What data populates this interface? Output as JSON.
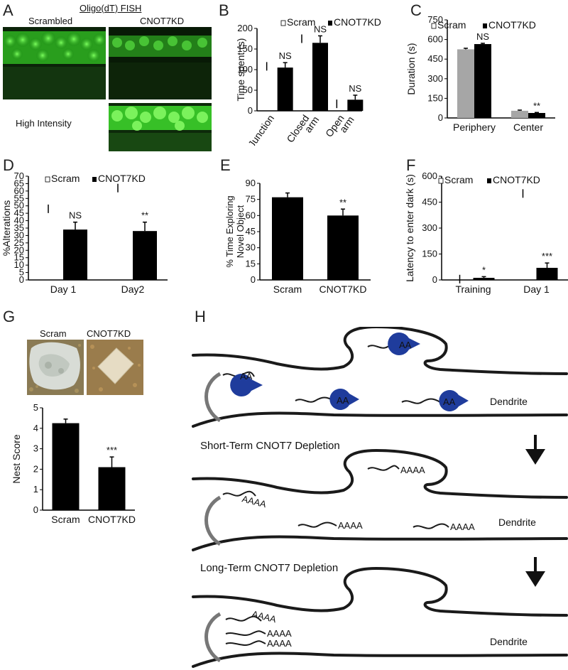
{
  "panels": {
    "A": "A",
    "B": "B",
    "C": "C",
    "D": "D",
    "E": "E",
    "F": "F",
    "G": "G",
    "H": "H"
  },
  "panelA": {
    "title": "Oligo(dT) FISH",
    "left_label": "Scrambled",
    "right_label": "CNOT7KD",
    "high_intensity_label": "High Intensity"
  },
  "legend": {
    "scram": "Scram",
    "cnot7kd": "CNOT7KD"
  },
  "chart_data": [
    {
      "panel": "B",
      "type": "bar",
      "categories": [
        "Junction",
        "Closed arm",
        "Open arm"
      ],
      "category_lines": [
        [
          "Junction"
        ],
        [
          "Closed",
          "arm"
        ],
        [
          "Open",
          "arm"
        ]
      ],
      "series": [
        {
          "name": "Scram",
          "values": [
            108,
            175,
            17
          ]
        },
        {
          "name": "CNOT7KD",
          "values": [
            105,
            165,
            27
          ],
          "errors": [
            12,
            17,
            11
          ]
        }
      ],
      "annotations": [
        "NS",
        "NS",
        "NS"
      ],
      "ylabel": "Time spent (s)",
      "ylim": [
        0,
        200
      ],
      "yticks": [
        0,
        50,
        100,
        150,
        200
      ]
    },
    {
      "panel": "C",
      "type": "bar",
      "categories": [
        "Periphery",
        "Center"
      ],
      "series": [
        {
          "name": "Scram",
          "values": [
            525,
            55
          ],
          "errors": [
            8,
            5
          ]
        },
        {
          "name": "CNOT7KD",
          "values": [
            565,
            38
          ],
          "errors": [
            6,
            4
          ]
        }
      ],
      "annotations": [
        "NS",
        "**"
      ],
      "ylabel": "Duration (s)",
      "ylim": [
        0,
        750
      ],
      "yticks": [
        0,
        150,
        300,
        450,
        600,
        750
      ]
    },
    {
      "panel": "D",
      "type": "bar",
      "categories": [
        "Day 1",
        "Day2"
      ],
      "series": [
        {
          "name": "Scram",
          "values": [
            48,
            62
          ]
        },
        {
          "name": "CNOT7KD",
          "values": [
            34,
            33
          ],
          "errors": [
            5,
            6
          ]
        }
      ],
      "annotations": [
        "NS",
        "**"
      ],
      "ylabel": "%Alterations",
      "ylim": [
        0,
        70
      ],
      "yticks": [
        0,
        5,
        10,
        15,
        20,
        25,
        30,
        35,
        40,
        45,
        50,
        55,
        60,
        65,
        70
      ]
    },
    {
      "panel": "E",
      "type": "bar",
      "categories": [
        "Scram",
        "CNOT7KD"
      ],
      "series": [
        {
          "name": "",
          "values": [
            77,
            60
          ],
          "errors": [
            4,
            6
          ]
        }
      ],
      "annotations": [
        "",
        "**"
      ],
      "ylabel_lines": [
        "% Time Exploring",
        "Novel Object"
      ],
      "ylim": [
        0,
        90
      ],
      "yticks": [
        0,
        15,
        30,
        45,
        60,
        75,
        90
      ]
    },
    {
      "panel": "F",
      "type": "bar",
      "categories": [
        "Training",
        "Day 1"
      ],
      "series": [
        {
          "name": "Scram",
          "values": [
            5,
            500
          ]
        },
        {
          "name": "CNOT7KD",
          "values": [
            12,
            70
          ],
          "errors": [
            7,
            28
          ]
        }
      ],
      "annotations": [
        "*",
        "***"
      ],
      "ylabel": "Latency to enter dark (s)",
      "ylim": [
        0,
        600
      ],
      "yticks": [
        0,
        150,
        300,
        450,
        600
      ]
    },
    {
      "panel": "G",
      "type": "bar",
      "categories": [
        "Scram",
        "CNOT7KD"
      ],
      "series": [
        {
          "name": "",
          "values": [
            4.25,
            2.1
          ],
          "errors": [
            0.2,
            0.5
          ]
        }
      ],
      "annotations": [
        "",
        "***"
      ],
      "ylabel": "Nest Score",
      "ylim": [
        0,
        5
      ],
      "yticks": [
        0,
        1,
        2,
        3,
        4,
        5
      ]
    }
  ],
  "panelG": {
    "photo_left": "Scram",
    "photo_right": "CNOT7KD"
  },
  "panelH": {
    "short_term": "Short-Term CNOT7 Depletion",
    "long_term": "Long-Term CNOT7 Depletion",
    "dendrite": "Dendrite",
    "aa": "AA",
    "aaaa": "AAAA"
  },
  "colors": {
    "scram_bar": "#a6a6a6",
    "cnot7_bar": "#000000",
    "fish_green": "#39d12a",
    "deadenylase_blue": "#1f3c9c"
  }
}
